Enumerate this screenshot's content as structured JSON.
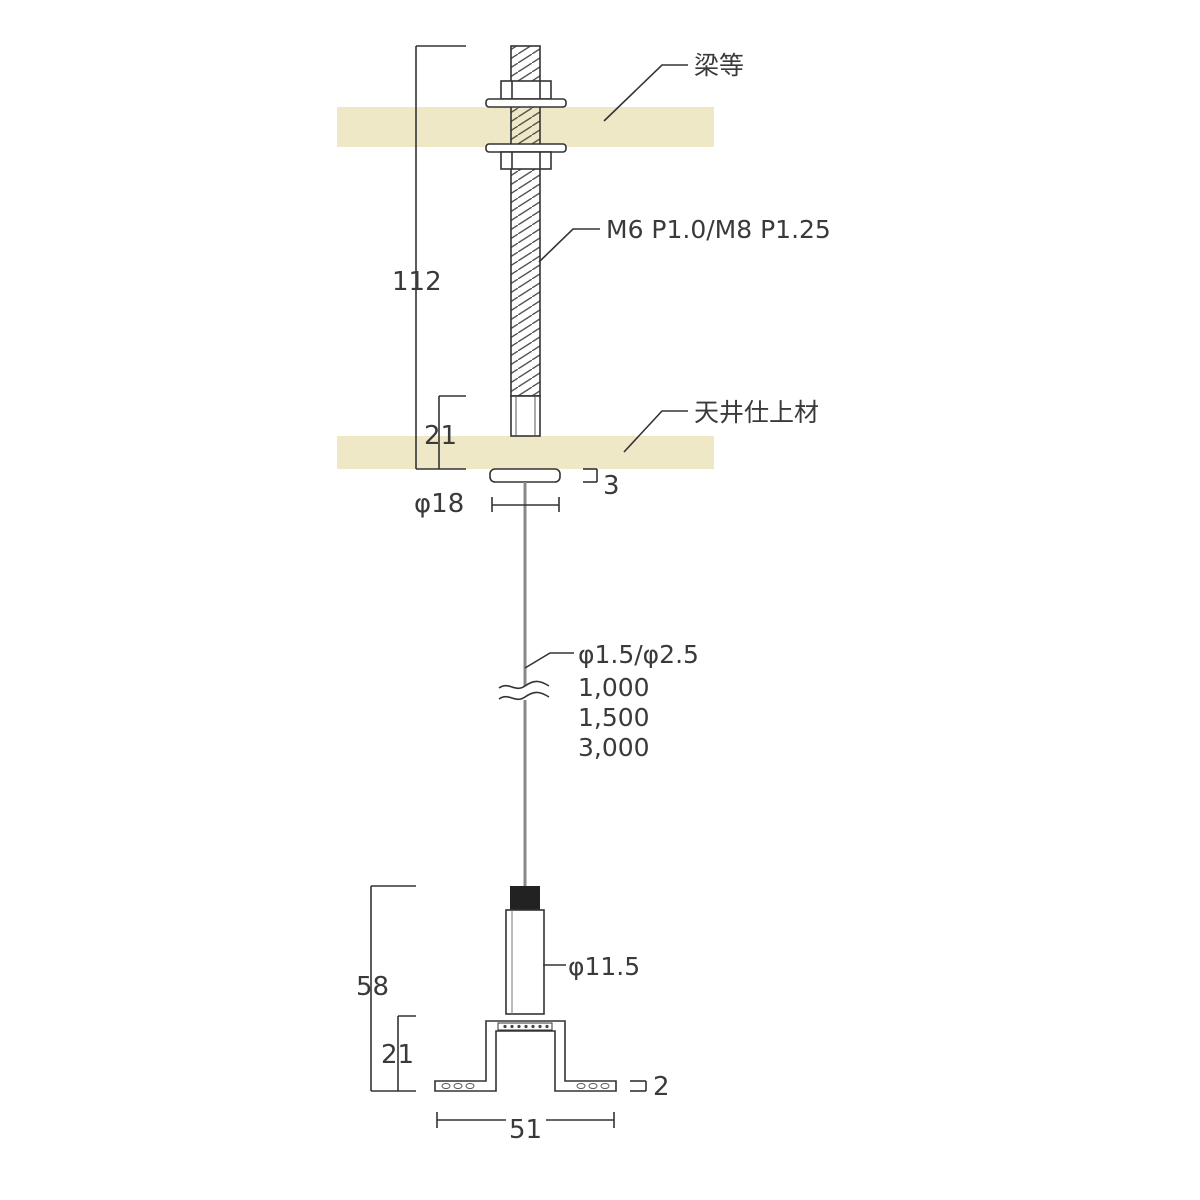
{
  "labels": {
    "beam": "梁等",
    "ceiling": "天井仕上材",
    "bolt_thread": "M6 P1.0/M8 P1.25",
    "wire_diameter": "φ1.5/φ2.5",
    "wire_lengths": [
      "1,000",
      "1,500",
      "3,000"
    ],
    "bottom_diameter": "φ11.5"
  },
  "dimensions": {
    "bolt_length": "112",
    "top_socket_height": "21",
    "flange_thickness": "3",
    "flange_diameter": "φ18",
    "bottom_height": "58",
    "bracket_height": "21",
    "plate_thickness": "2",
    "bracket_width": "51"
  },
  "colors": {
    "slab": "#efe8c6",
    "line": "#333333",
    "part_fill": "#ffffff",
    "cap": "#222222"
  }
}
